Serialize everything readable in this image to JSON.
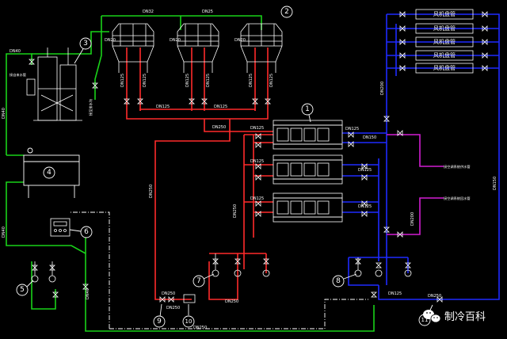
{
  "labels": {
    "dn20_a": "DN20",
    "dn32": "DN32",
    "dn25_top": "DN25",
    "dn20_b": "DN20",
    "dn20_c": "DN20",
    "dn40_top": "DN40",
    "dn40_left": "DN40",
    "dn40_left2": "DN40",
    "dn40_bottom": "DN40",
    "dn125_1": "DN125",
    "dn125_2": "DN125",
    "dn125_3": "DN125",
    "dn125_4": "DN125",
    "dn125_5": "DN125",
    "dn125_6": "DN125",
    "dn125_7": "DN125",
    "dn125_8": "DN125",
    "dn125_9": "DN125",
    "dn125_10": "DN125",
    "dn125_11": "DN125",
    "dn125_12": "DN125",
    "dn125_13": "DN125",
    "dn125_14": "DN125",
    "dn125_15": "DN125",
    "dn250_1": "DN250",
    "dn250_2": "DN250",
    "dn250_3": "DN250",
    "dn250_4": "DN250",
    "dn250_5": "DN250",
    "dn250_6": "DN250",
    "dn250_7": "DN250",
    "dn250_8": "DN250",
    "dn200_1": "DN200",
    "dn200_2": "DN200",
    "dn150_1": "DN150",
    "dn150_2": "DN150"
  },
  "fcu_units": [
    "风机盘管",
    "风机盘管",
    "风机盘管",
    "风机盘管",
    "风机盘管"
  ],
  "callouts": [
    "1",
    "2",
    "3",
    "4",
    "5",
    "6",
    "7",
    "8",
    "9",
    "10",
    "11"
  ],
  "notes": {
    "note_top": "接空调系统供水管",
    "note_bottom": "接空调系统回水管",
    "note_left": "接自来水管",
    "note_vertical": "接至排水沟"
  },
  "watermark": {
    "text": "制冷百科",
    "icon": "wechat-icon"
  },
  "colors": {
    "background": "#000000",
    "condenser_water": "#ff2a2a",
    "chilled_water": "#1f2bff",
    "makeup_water": "#19d219",
    "drain": "#ffffff",
    "system_branch": "#d21ed2"
  }
}
